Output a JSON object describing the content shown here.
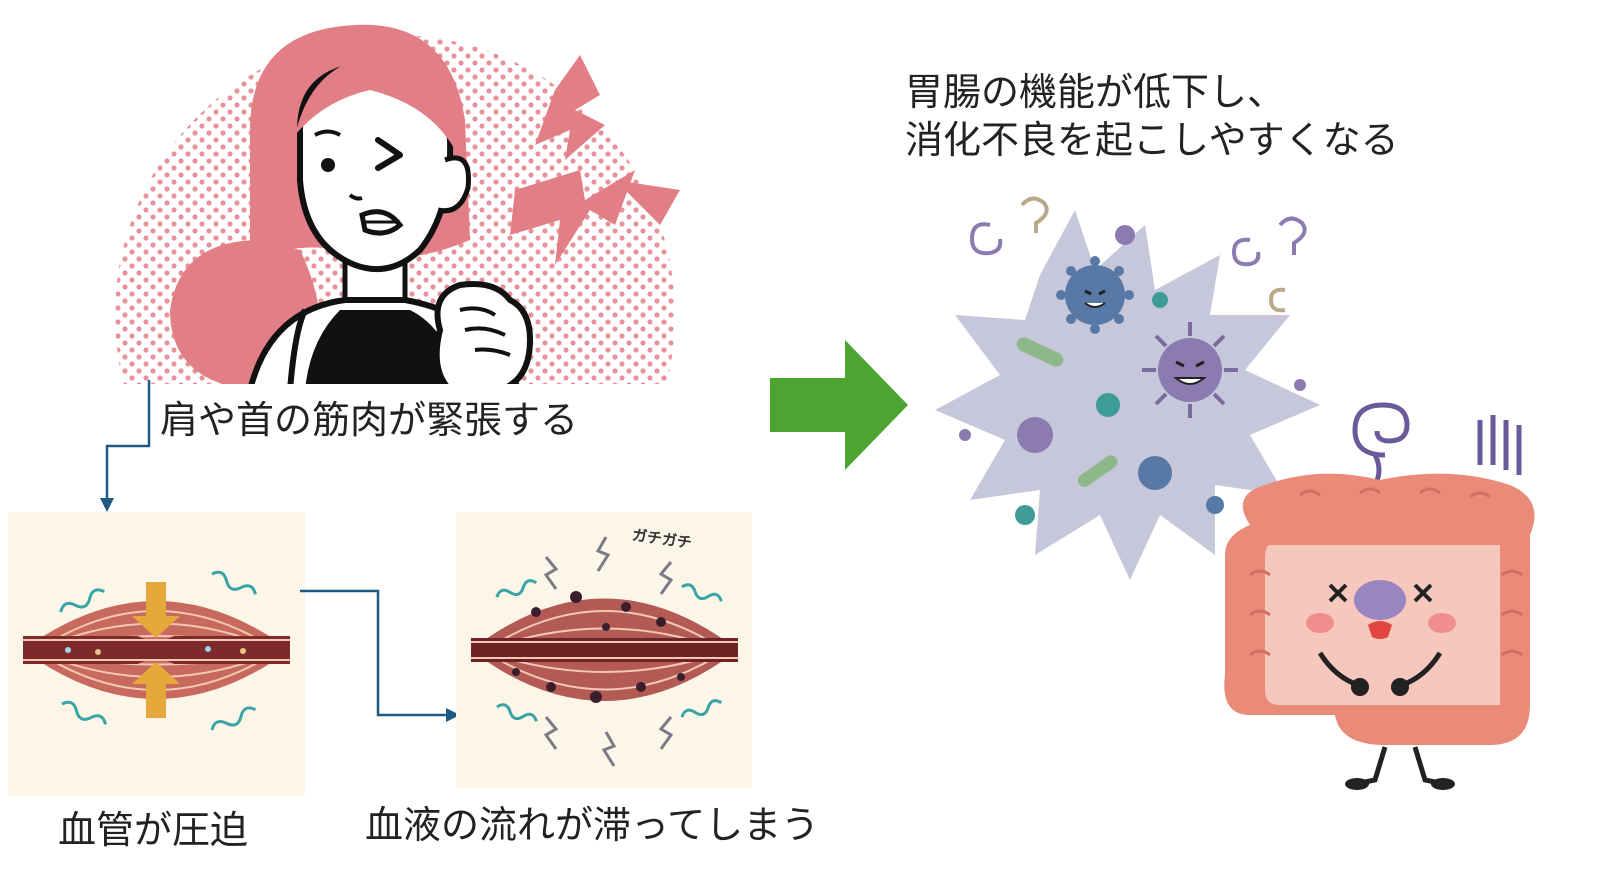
{
  "colors": {
    "pink": "#e27f86",
    "arrow_green": "#4ca530",
    "connector_blue": "#1e5a82",
    "panel_bg": "#fbf6e8",
    "germ_cloud": "#c6c7db",
    "intestine": "#ea8a78"
  },
  "labels": {
    "shoulder_tension": "肩や首の筋肉が緊張する",
    "vessel_compressed": "血管が圧迫",
    "blood_stagnates": "血液の流れが滞ってしまう",
    "digestion_line1": "胃腸の機能が低下し、",
    "digestion_line2": "消化不良を起こしやすくなる",
    "sfx_stiff": "ガチガチ"
  },
  "icons": {
    "woman": "woman-shoulder-pain-icon",
    "pain": "pain-lightning-icon",
    "muscle_compressed": "compressed-muscle-icon",
    "muscle_stiff": "stiff-muscle-icon",
    "arrow": "right-arrow-icon",
    "germs": "germ-cloud-icon",
    "intestine": "sick-intestine-icon"
  }
}
